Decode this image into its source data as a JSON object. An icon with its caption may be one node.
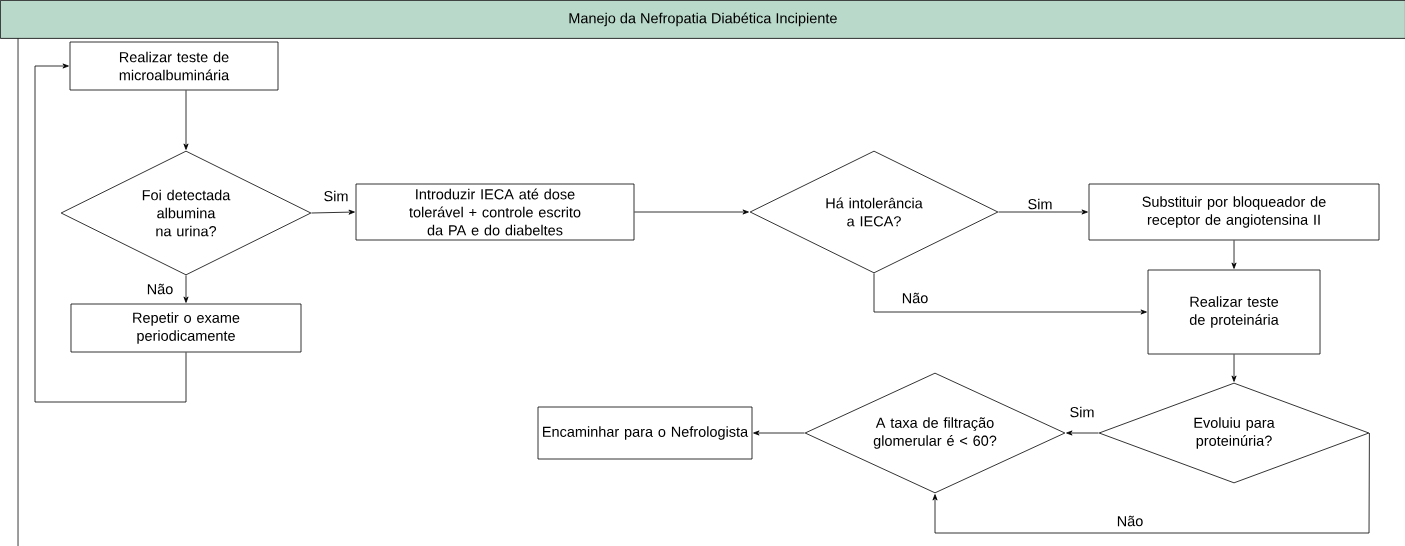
{
  "diagram": {
    "title": "Manejo da Nefropatia Diabética Incipiente",
    "nodes": [
      {
        "text": [
          "Realizar teste de microalbuminária"
        ]
      },
      {
        "text": [
          "Foi detectada albumina na urina?"
        ]
      },
      {
        "text": [
          "Repetir o exame periodicamente"
        ]
      },
      {
        "text": [
          "Introduzir IECA até dose tolerável + controle escrito da PA e do diabeltes"
        ]
      },
      {
        "text": [
          "Há intolerância a IECA?"
        ]
      },
      {
        "text": [
          "Substituir por bloqueador de receptor de angiotensina II"
        ]
      },
      {
        "text": [
          "Realizar teste de proteinária"
        ]
      },
      {
        "text": [
          "Evoluiu para proteinúria?"
        ]
      },
      {
        "text": [
          "A taxa de filtração glomerular é < 60?"
        ]
      },
      {
        "text": [
          "Encaminhar para o Nefrologista"
        ]
      }
    ],
    "edges": [
      {
        "from": 0,
        "to": 1,
        "arrow": "to"
      },
      {
        "from": 1,
        "to": 3,
        "arrow": "to",
        "label": "Sim"
      },
      {
        "from": 1,
        "to": 2,
        "arrow": "to",
        "label": "Não"
      },
      {
        "from": 2,
        "to": 0,
        "arrow": "to"
      },
      {
        "from": 3,
        "to": 4,
        "arrow": "to"
      },
      {
        "from": 4,
        "to": 5,
        "arrow": "to",
        "label": "Sim"
      },
      {
        "from": 4,
        "to": 6,
        "arrow": "to",
        "label": "Não"
      },
      {
        "from": 5,
        "to": 6,
        "arrow": "to"
      },
      {
        "from": 6,
        "to": 7,
        "arrow": "to"
      },
      {
        "from": 7,
        "to": 8,
        "arrow": "to",
        "label": "Sim"
      },
      {
        "from": 7,
        "to": 8,
        "arrow": "to",
        "label": "Não"
      },
      {
        "from": 8,
        "to": 9,
        "arrow": "to"
      }
    ]
  }
}
